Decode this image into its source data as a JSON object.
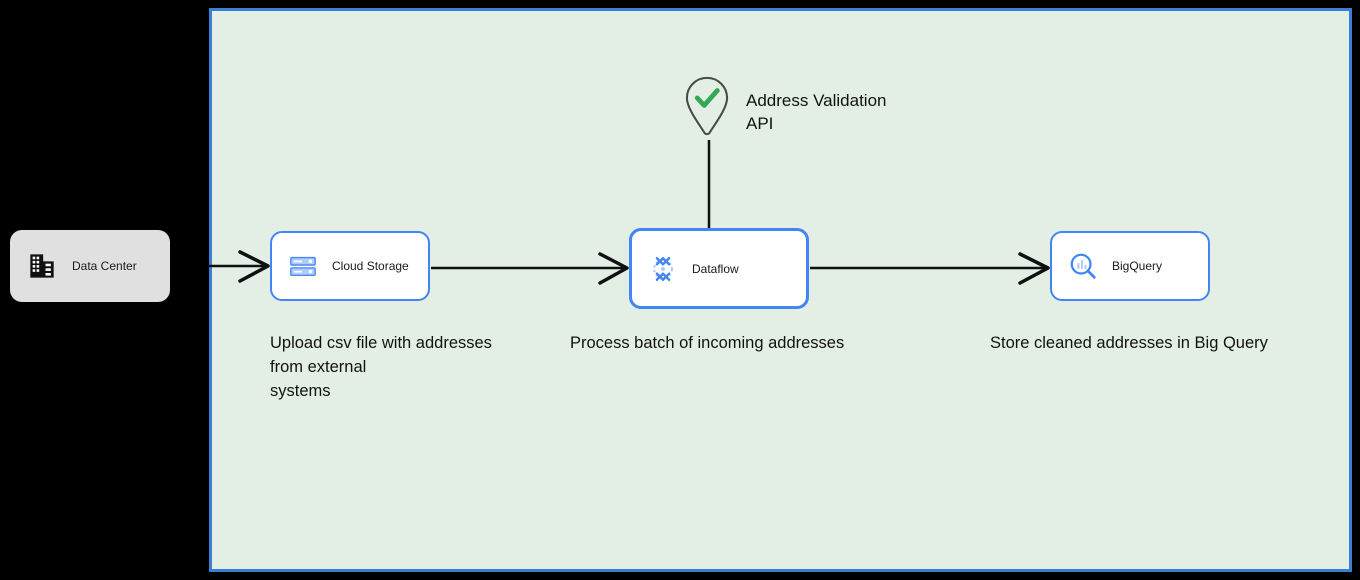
{
  "diagram": {
    "zone": {
      "name": "cloud-region-container",
      "fill_color": "#e3efe4",
      "border_color": "#3b7fd4"
    },
    "external_source": {
      "label": "Data Center",
      "icon": "data-center-building-icon",
      "fill_color": "#e0e0e0"
    },
    "external_api": {
      "label": "Address Validation\nAPI",
      "icon": "map-pin-check-icon",
      "pin_color": "#4a4a4a",
      "check_color": "#34a853"
    },
    "nodes": [
      {
        "id": "storage",
        "label": "Cloud Storage",
        "icon": "cloud-storage-icon",
        "accent_color": "#4285f4",
        "caption": "Upload csv file with addresses\nfrom external\nsystems",
        "selected": false
      },
      {
        "id": "dataflow",
        "label": "Dataflow",
        "icon": "dataflow-icon",
        "accent_color": "#4285f4",
        "caption": "Process batch of incoming addresses",
        "selected": true
      },
      {
        "id": "bigquery",
        "label": "BigQuery",
        "icon": "bigquery-icon",
        "accent_color": "#4285f4",
        "caption": "Store cleaned addresses in Big Query",
        "selected": false
      }
    ],
    "connectors": [
      {
        "name": "datacenter-to-storage",
        "from": "Data Center",
        "to": "Cloud Storage",
        "arrow": true
      },
      {
        "name": "storage-to-dataflow",
        "from": "Cloud Storage",
        "to": "Dataflow",
        "arrow": true
      },
      {
        "name": "dataflow-to-bigquery",
        "from": "Dataflow",
        "to": "BigQuery",
        "arrow": true
      },
      {
        "name": "api-to-dataflow",
        "from": "Address Validation API",
        "to": "Dataflow",
        "arrow": false
      }
    ]
  }
}
